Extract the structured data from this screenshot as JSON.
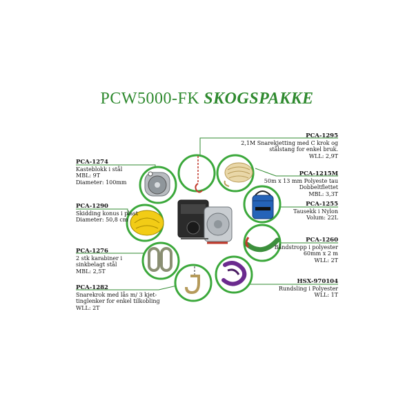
{
  "title": {
    "code": "PCW5000-FK",
    "name": "SKOGSPAKKE"
  },
  "colors": {
    "accent_green": "#2f8a2f",
    "circle_stroke": "#3ba83b"
  },
  "items": {
    "pca1295": {
      "code": "PCA-1295",
      "l1": "2,1M Snarekjetting med C krok og",
      "l2": "stålstang for enkel bruk.",
      "l3": "WLL: 2,9T"
    },
    "pca1274": {
      "code": "PCA-1274",
      "l1": "Kasteblokk i stål",
      "l2": "MBL: 9T",
      "l3": "Diameter: 100mm"
    },
    "pca1215m": {
      "code": "PCA-1215M",
      "l1": "50m x 13 mm Polyeste tau",
      "l2": "Dobbeltflettet",
      "l3": "MBL: 3,3T"
    },
    "pca1255": {
      "code": "PCA-1255",
      "l1": "Tausekk i Nylon",
      "l2": "Volum: 22L"
    },
    "pca1290": {
      "code": "PCA-1290",
      "l1": "Skidding konus i plast",
      "l2": "Diameter: 50,8 cm"
    },
    "pca1260": {
      "code": "PCA-1260",
      "l1": "Båndstropp i polyester",
      "l2": "60mm x 2 m",
      "l3": "WLL: 2T"
    },
    "pca1276": {
      "code": "PCA-1276",
      "l1": "2 stk karabiner  i",
      "l2": "sinkbelagt stål",
      "l3": "MBL: 2,5T"
    },
    "hsx970104": {
      "code": "HSX-970104",
      "l1": "Rundsling i Polyester",
      "l2": "WLL: 1T"
    },
    "pca1282": {
      "code": "PCA-1282",
      "l1": "Snarekrok med lås m/ 3 kjet-",
      "l2": "tinglenker for enkel tilkobling",
      "l3": "WLL: 2T"
    }
  }
}
